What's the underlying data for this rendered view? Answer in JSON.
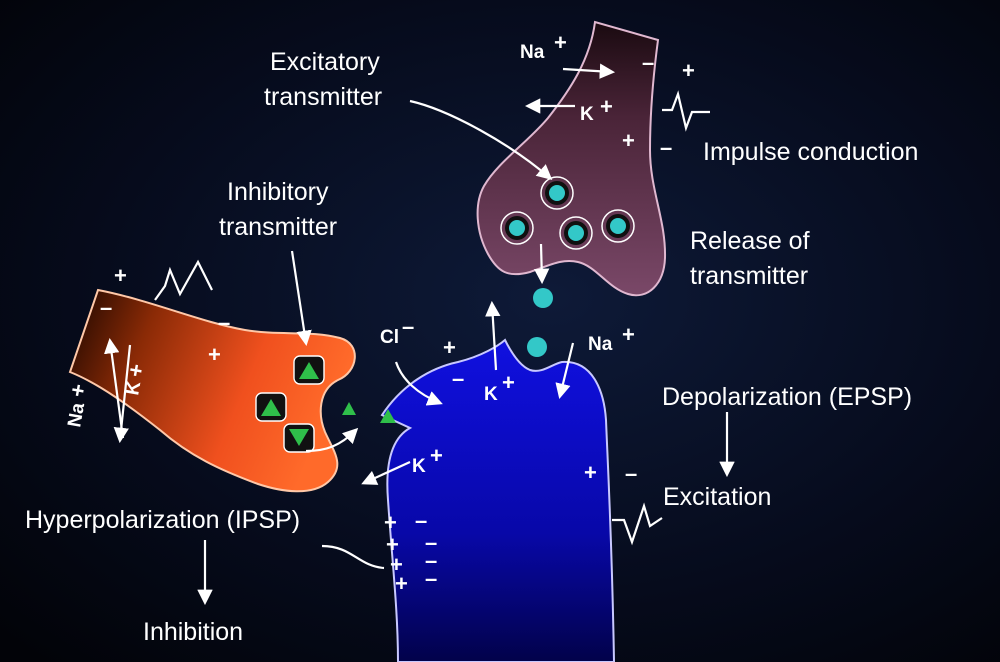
{
  "labels": {
    "excitatory_1": "Excitatory",
    "excitatory_2": "transmitter",
    "inhibitory_1": "Inhibitory",
    "inhibitory_2": "transmitter",
    "impulse": "Impulse conduction",
    "release_1": "Release of",
    "release_2": "transmitter",
    "depolarization": "Depolarization (EPSP)",
    "excitation": "Excitation",
    "hyperpolarization": "Hyperpolarization (IPSP)",
    "inhibition": "Inhibition"
  },
  "ions": {
    "na": "Na",
    "k": "K",
    "cl": "Cl",
    "plus": "+",
    "minus": "–"
  },
  "colors": {
    "background": "#04060f",
    "excitatory_neuron": "#6e3d5e",
    "inhibitory_neuron": "#f0501e",
    "postsynaptic_neuron": "#0a0ad2",
    "vesicle": "#33c8c8",
    "inhibitory_transmitter": "#2fbf4a"
  }
}
